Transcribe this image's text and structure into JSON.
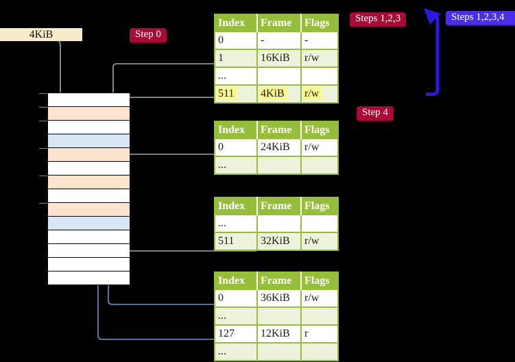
{
  "labels": {
    "frame_size_box": "4KiB",
    "step0_badge": "Step 0",
    "steps123_badge": "Steps 1,2,3",
    "steps1234_badge": "Steps 1,2,3,4",
    "step4_badge": "Step 4"
  },
  "colors": {
    "table_green": "#97BE3B",
    "table_row_green": "#EDF3DB",
    "badge_red": "#A60C35",
    "badge_blue": "#4B2FE8",
    "big_arrow_blue": "#2D17E2",
    "connector_gray": "#A9A9A9",
    "connector_blue": "#7296CC",
    "connector_blue_arrow": "#4A72B8",
    "stack_peach": "#FBE3CD",
    "stack_light_blue": "#D8E5F5",
    "highlight_yellow": "#FDF792",
    "label_cream": "#F8ECC8",
    "red_dot": "#9B0E33"
  },
  "stack": {
    "rows": [
      "white",
      "peach",
      "white",
      "blue",
      "peach",
      "white",
      "peach",
      "white",
      "peach",
      "blue",
      "white",
      "white",
      "white",
      "white"
    ]
  },
  "tables": [
    {
      "headers": [
        "Index",
        "Frame",
        "Flags"
      ],
      "rows": [
        {
          "cells": [
            "0",
            "-",
            "-"
          ]
        },
        {
          "cells": [
            "1",
            "16KiB",
            "r/w"
          ]
        },
        {
          "cells": [
            "...",
            "",
            ""
          ]
        },
        {
          "cells": [
            "511",
            "4KiB",
            "r/w"
          ]
        }
      ]
    },
    {
      "headers": [
        "Index",
        "Frame",
        "Flags"
      ],
      "rows": [
        {
          "cells": [
            "0",
            "24KiB",
            "r/w"
          ]
        },
        {
          "cells": [
            "...",
            "",
            ""
          ]
        }
      ]
    },
    {
      "headers": [
        "Index",
        "Frame",
        "Flags"
      ],
      "rows": [
        {
          "cells": [
            "...",
            "",
            ""
          ]
        },
        {
          "cells": [
            "511",
            "32KiB",
            "r/w"
          ]
        }
      ]
    },
    {
      "headers": [
        "Index",
        "Frame",
        "Flags"
      ],
      "rows": [
        {
          "cells": [
            "0",
            "36KiB",
            "r/w"
          ]
        },
        {
          "cells": [
            "...",
            "",
            ""
          ]
        },
        {
          "cells": [
            "127",
            "12KiB",
            "r"
          ]
        },
        {
          "cells": [
            "...",
            "",
            ""
          ]
        }
      ]
    }
  ]
}
